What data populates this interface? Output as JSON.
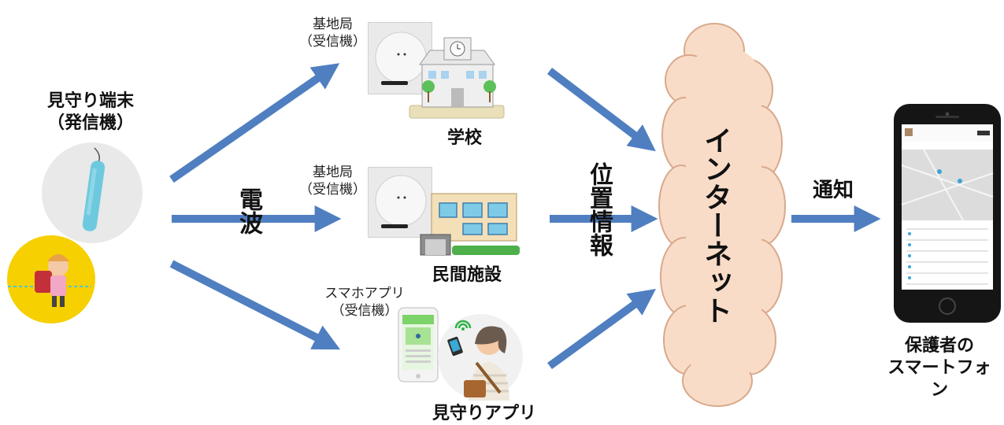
{
  "colors": {
    "arrow": "#4f7fc0",
    "cloud_fill": "#f8dcc8",
    "cloud_stroke": "#d9a98c",
    "device_blue": "#6ec9de",
    "child_bg": "#f6d000",
    "phone_body": "#151515"
  },
  "transmitter": {
    "line1": "見守り端末",
    "line2": "（発信機）"
  },
  "radio_label": "電波",
  "base_station_top": {
    "line1": "基地局",
    "line2": "（受信機）"
  },
  "base_station_mid": {
    "line1": "基地局",
    "line2": "（受信機）"
  },
  "smartphone_app": {
    "line1": "スマホアプリ",
    "line2": "（受信機）"
  },
  "school_label": "学校",
  "facility_label": "民間施設",
  "watch_app_label": "見守りアプリ",
  "location_label": "位置情報",
  "internet_label": "インターネット",
  "notify_label": "通知",
  "guardian": {
    "line1": "保護者の",
    "line2": "スマートフォン"
  },
  "icons": [
    "transmitter-device-icon",
    "child-icon",
    "base-station-icon",
    "school-icon",
    "facility-icon",
    "smartphone-app-icon",
    "person-icon",
    "cloud-icon",
    "phone-icon"
  ]
}
